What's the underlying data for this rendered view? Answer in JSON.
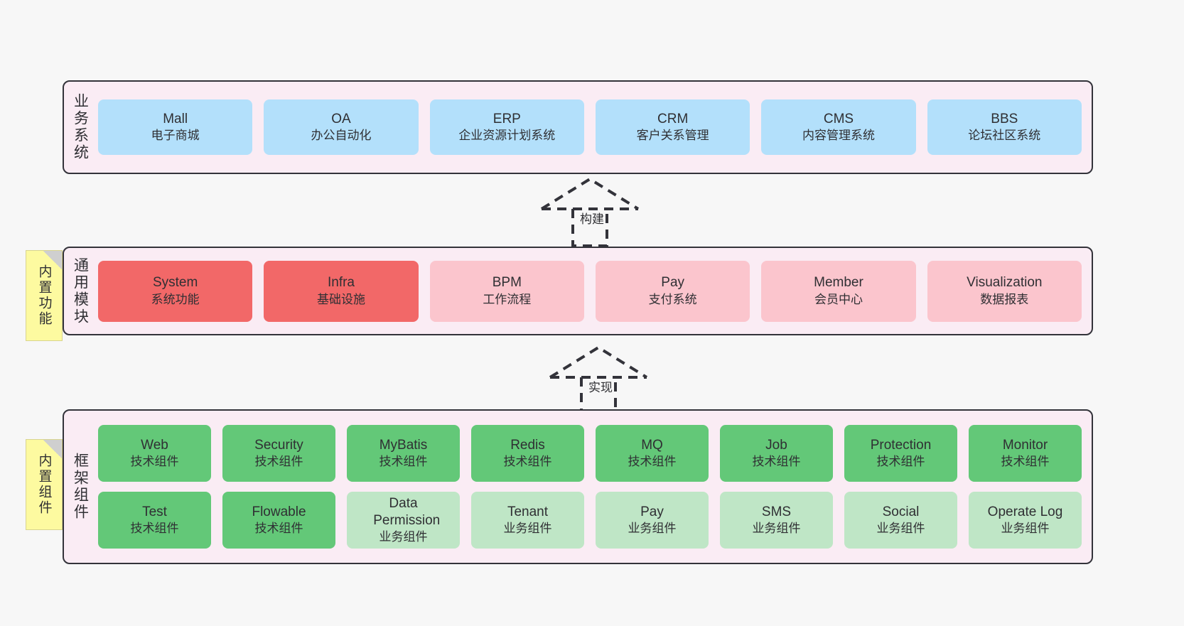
{
  "colors": {
    "canvas_bg": "#f7f7f7",
    "panel_bg": "#faecf4",
    "panel_border": "#33333a",
    "note_bg": "#fdfaa0",
    "business_card": "#b3e0fb",
    "module_active": "#f26868",
    "module_inactive": "#fbc5cd",
    "tech_component": "#63c878",
    "biz_component": "#bfe6c6"
  },
  "layers": [
    {
      "id": "business-systems",
      "title": "业务系统",
      "rows": [
        [
          {
            "name": "Mall",
            "desc": "电子商城"
          },
          {
            "name": "OA",
            "desc": "办公自动化"
          },
          {
            "name": "ERP",
            "desc": "企业资源计划系统"
          },
          {
            "name": "CRM",
            "desc": "客户关系管理"
          },
          {
            "name": "CMS",
            "desc": "内容管理系统"
          },
          {
            "name": "BBS",
            "desc": "论坛社区系统"
          }
        ]
      ]
    },
    {
      "id": "common-modules",
      "title": "通用模块",
      "note": "内置功能",
      "rows": [
        [
          {
            "name": "System",
            "desc": "系统功能",
            "variant": "active"
          },
          {
            "name": "Infra",
            "desc": "基础设施",
            "variant": "active"
          },
          {
            "name": "BPM",
            "desc": "工作流程",
            "variant": "inactive"
          },
          {
            "name": "Pay",
            "desc": "支付系统",
            "variant": "inactive"
          },
          {
            "name": "Member",
            "desc": "会员中心",
            "variant": "inactive"
          },
          {
            "name": "Visualization",
            "desc": "数据报表",
            "variant": "inactive"
          }
        ]
      ]
    },
    {
      "id": "framework-components",
      "title": "框架组件",
      "note": "内置组件",
      "rows": [
        [
          {
            "name": "Web",
            "desc": "技术组件",
            "variant": "tech"
          },
          {
            "name": "Security",
            "desc": "技术组件",
            "variant": "tech"
          },
          {
            "name": "MyBatis",
            "desc": "技术组件",
            "variant": "tech"
          },
          {
            "name": "Redis",
            "desc": "技术组件",
            "variant": "tech"
          },
          {
            "name": "MQ",
            "desc": "技术组件",
            "variant": "tech"
          },
          {
            "name": "Job",
            "desc": "技术组件",
            "variant": "tech"
          },
          {
            "name": "Protection",
            "desc": "技术组件",
            "variant": "tech"
          },
          {
            "name": "Monitor",
            "desc": "技术组件",
            "variant": "tech"
          }
        ],
        [
          {
            "name": "Test",
            "desc": "技术组件",
            "variant": "tech"
          },
          {
            "name": "Flowable",
            "desc": "技术组件",
            "variant": "tech"
          },
          {
            "name": "Data Permission",
            "desc": "业务组件",
            "variant": "biz"
          },
          {
            "name": "Tenant",
            "desc": "业务组件",
            "variant": "biz"
          },
          {
            "name": "Pay",
            "desc": "业务组件",
            "variant": "biz"
          },
          {
            "name": "SMS",
            "desc": "业务组件",
            "variant": "biz"
          },
          {
            "name": "Social",
            "desc": "业务组件",
            "variant": "biz"
          },
          {
            "name": "Operate Log",
            "desc": "业务组件",
            "variant": "biz"
          }
        ]
      ]
    }
  ],
  "connectors": [
    {
      "id": "build",
      "label": "构建"
    },
    {
      "id": "implement",
      "label": "实现"
    }
  ]
}
